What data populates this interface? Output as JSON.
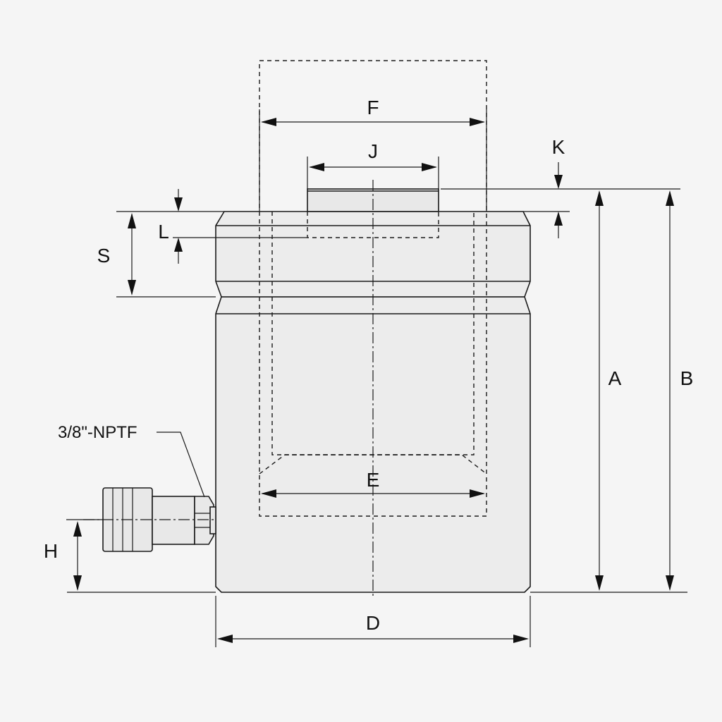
{
  "labels": {
    "A": "A",
    "B": "B",
    "D": "D",
    "E": "E",
    "F": "F",
    "H": "H",
    "J": "J",
    "K": "K",
    "L": "L",
    "S": "S",
    "port": "3/8\"-NPTF"
  },
  "colors": {
    "background": "#f5f5f5",
    "line": "#1a1a1a",
    "body_fill": "#ececec"
  }
}
